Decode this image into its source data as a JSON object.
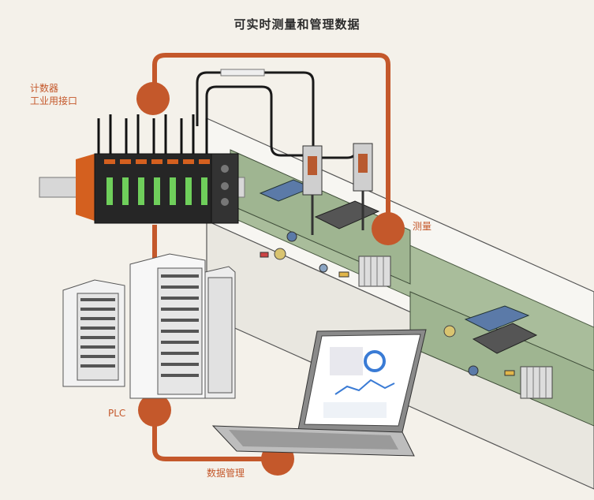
{
  "title": "可实时测量和管理数据",
  "labels": {
    "interface_line1": "计数器",
    "interface_line2": "工业用接口",
    "measure": "测量",
    "plc": "PLC",
    "data_management": "数据管理"
  },
  "colors": {
    "accent": "#c4582b",
    "background": "#f4f1ea",
    "board": "#a9bd9b",
    "device": "#2a2a2a",
    "device_orange": "#cf5a1f"
  }
}
